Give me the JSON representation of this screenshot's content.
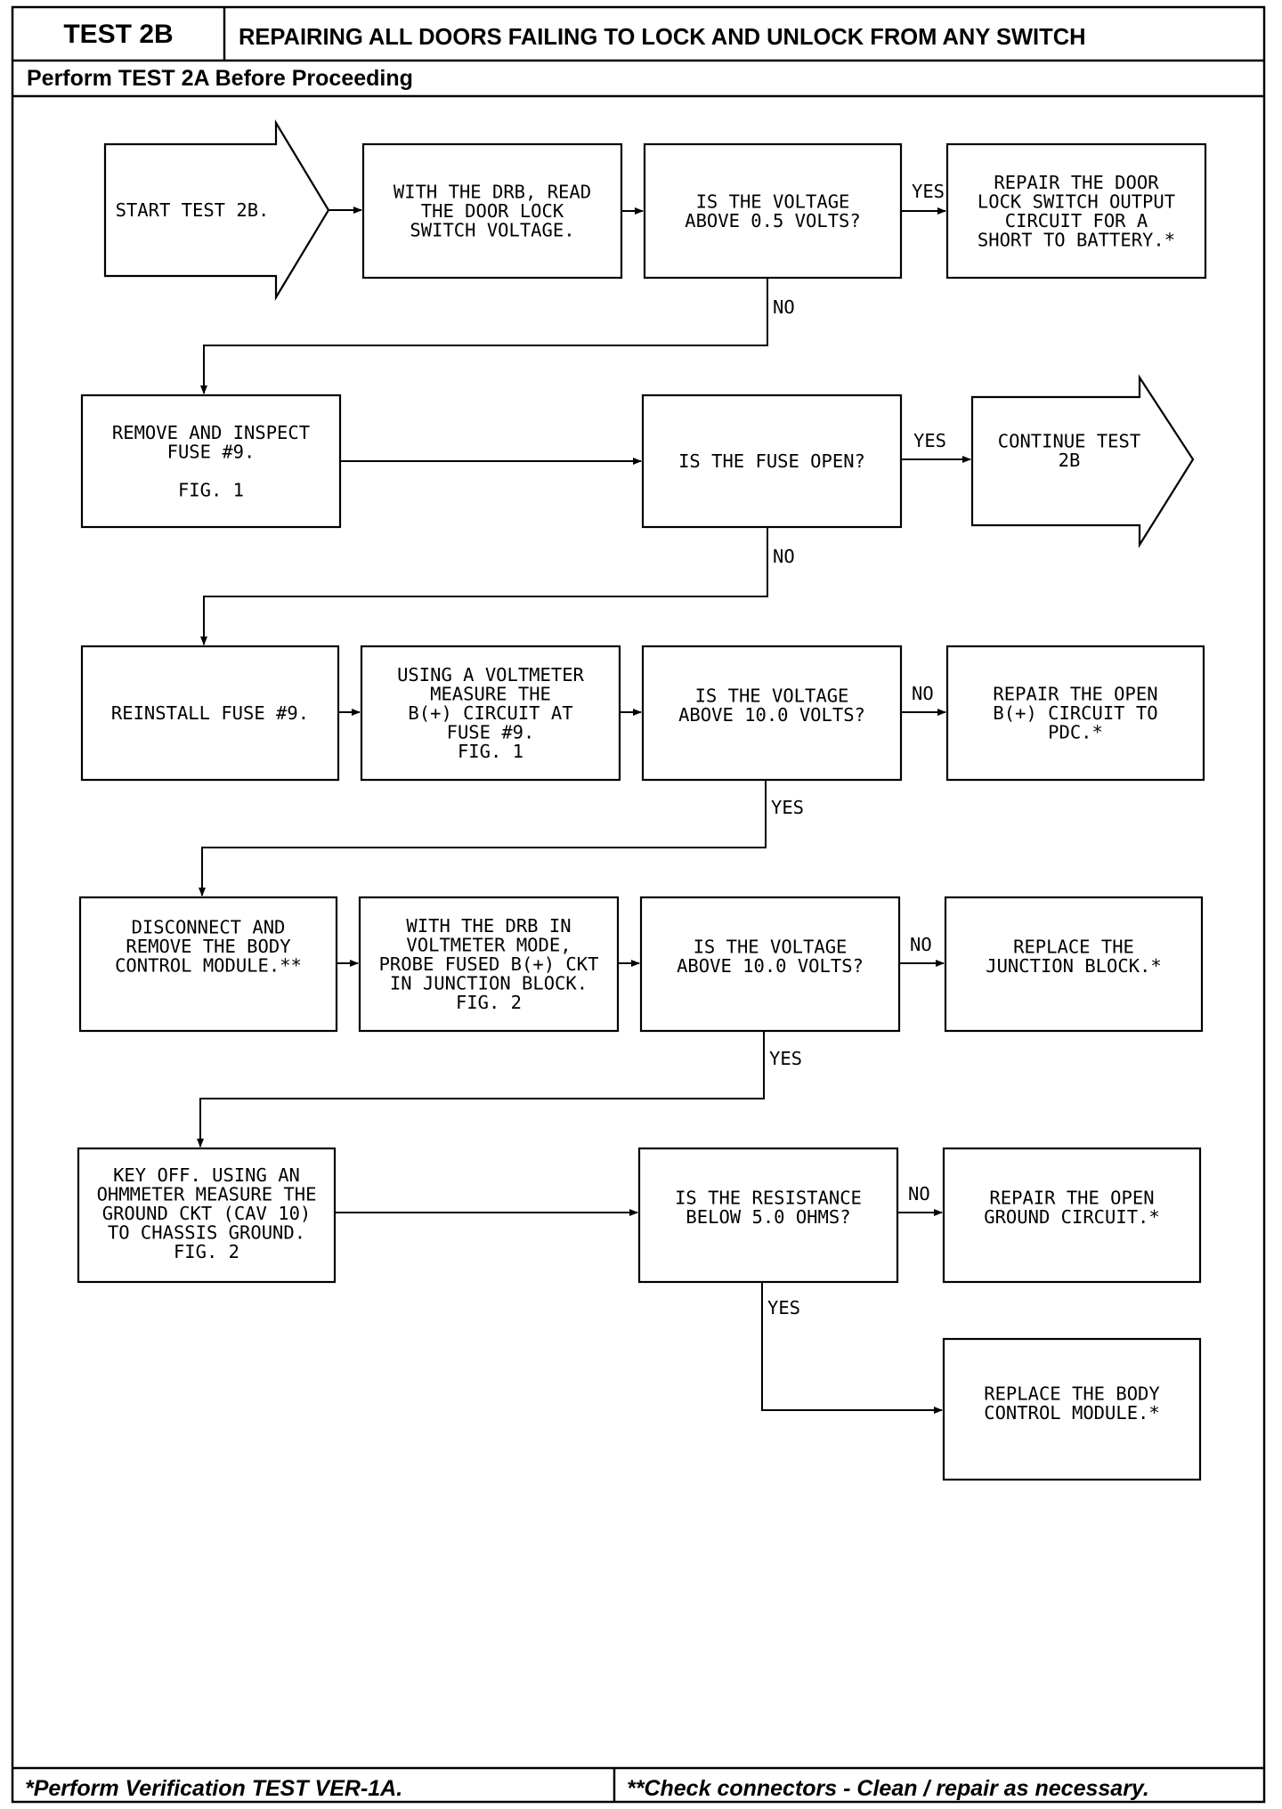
{
  "header": {
    "test_id": "TEST 2B",
    "title": "REPAIRING ALL DOORS FAILING TO LOCK AND UNLOCK FROM ANY SWITCH",
    "prerequisite": "Perform TEST 2A Before Proceeding"
  },
  "footer": {
    "left_note": "*Perform Verification TEST VER-1A.",
    "right_note": "**Check connectors - Clean / repair as necessary."
  },
  "nodes": {
    "start": {
      "lines": [
        "START TEST 2B."
      ]
    },
    "read_switch_voltage": {
      "lines": [
        "WITH THE DRB, READ",
        "THE DOOR LOCK",
        "SWITCH VOLTAGE."
      ]
    },
    "q_voltage_05": {
      "lines": [
        "IS THE VOLTAGE",
        "ABOVE 0.5 VOLTS?"
      ]
    },
    "repair_short_battery": {
      "lines": [
        "REPAIR THE DOOR",
        "LOCK SWITCH OUTPUT",
        "CIRCUIT FOR A",
        "SHORT TO BATTERY.*"
      ]
    },
    "remove_fuse": {
      "lines": [
        "REMOVE AND INSPECT",
        "FUSE #9.",
        "",
        "FIG. 1"
      ]
    },
    "q_fuse_open": {
      "lines": [
        "IS THE FUSE OPEN?"
      ]
    },
    "continue_test": {
      "lines": [
        "CONTINUE TEST",
        "2B"
      ]
    },
    "reinstall_fuse": {
      "lines": [
        "REINSTALL FUSE #9."
      ]
    },
    "measure_bplus": {
      "lines": [
        "USING A VOLTMETER",
        "MEASURE THE",
        "B(+) CIRCUIT AT",
        "FUSE #9.",
        "FIG. 1"
      ]
    },
    "q_voltage_10_a": {
      "lines": [
        "IS THE VOLTAGE",
        "ABOVE 10.0 VOLTS?"
      ]
    },
    "repair_open_bplus": {
      "lines": [
        "REPAIR THE OPEN",
        "B(+) CIRCUIT TO",
        "PDC.*"
      ]
    },
    "disconnect_bcm": {
      "lines": [
        "DISCONNECT AND",
        "REMOVE THE BODY",
        "CONTROL MODULE.**"
      ]
    },
    "probe_fused_ckt": {
      "lines": [
        "WITH THE DRB IN",
        "VOLTMETER MODE,",
        "PROBE FUSED B(+) CKT",
        "IN JUNCTION BLOCK.",
        "FIG. 2"
      ]
    },
    "q_voltage_10_b": {
      "lines": [
        "IS THE VOLTAGE",
        "ABOVE 10.0 VOLTS?"
      ]
    },
    "replace_junction_block": {
      "lines": [
        "REPLACE THE",
        "JUNCTION BLOCK.*"
      ]
    },
    "measure_ground": {
      "lines": [
        "KEY OFF. USING AN",
        "OHMMETER MEASURE THE",
        "GROUND CKT (CAV 10)",
        "TO CHASSIS GROUND.",
        "FIG. 2"
      ]
    },
    "q_resistance": {
      "lines": [
        "IS THE RESISTANCE",
        "BELOW 5.0 OHMS?"
      ]
    },
    "repair_open_ground": {
      "lines": [
        "REPAIR THE OPEN",
        "GROUND CIRCUIT.*"
      ]
    },
    "replace_bcm": {
      "lines": [
        "REPLACE THE BODY",
        "CONTROL MODULE.*"
      ]
    }
  },
  "edge_labels": {
    "q1_yes": "YES",
    "q1_no": "NO",
    "q2_yes": "YES",
    "q2_no": "NO",
    "q3_no": "NO",
    "q3_yes": "YES",
    "q4_no": "NO",
    "q4_yes": "YES",
    "q5_no": "NO",
    "q5_yes": "YES"
  }
}
